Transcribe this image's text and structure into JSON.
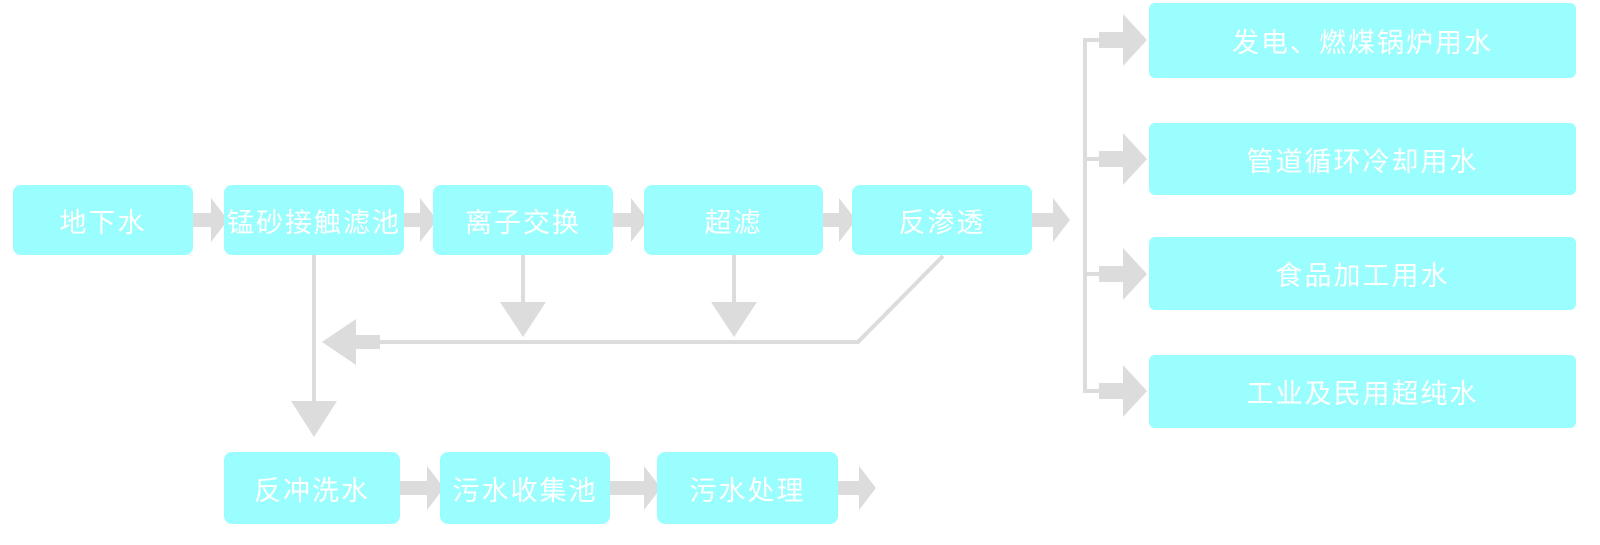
{
  "diagram": {
    "colors": {
      "node_fill": "#9bfefe",
      "node_text": "#ffffff",
      "connector": "#dcdcdc",
      "background": "#ffffff"
    },
    "main_flow": {
      "groundwater": "地下水",
      "manganese_filter": "锰砂接触滤池",
      "ion_exchange": "离子交换",
      "ultrafiltration": "超滤",
      "reverse_osmosis": "反渗透"
    },
    "outputs": {
      "power_boiler": "发电、燃煤锅炉用水",
      "pipeline_cooling": "管道循环冷却用水",
      "food_processing": "食品加工用水",
      "ultrapure": "工业及民用超纯水"
    },
    "wastewater": {
      "backwash": "反冲洗水",
      "collection_pool": "污水收集池",
      "treatment": "污水处理"
    }
  }
}
